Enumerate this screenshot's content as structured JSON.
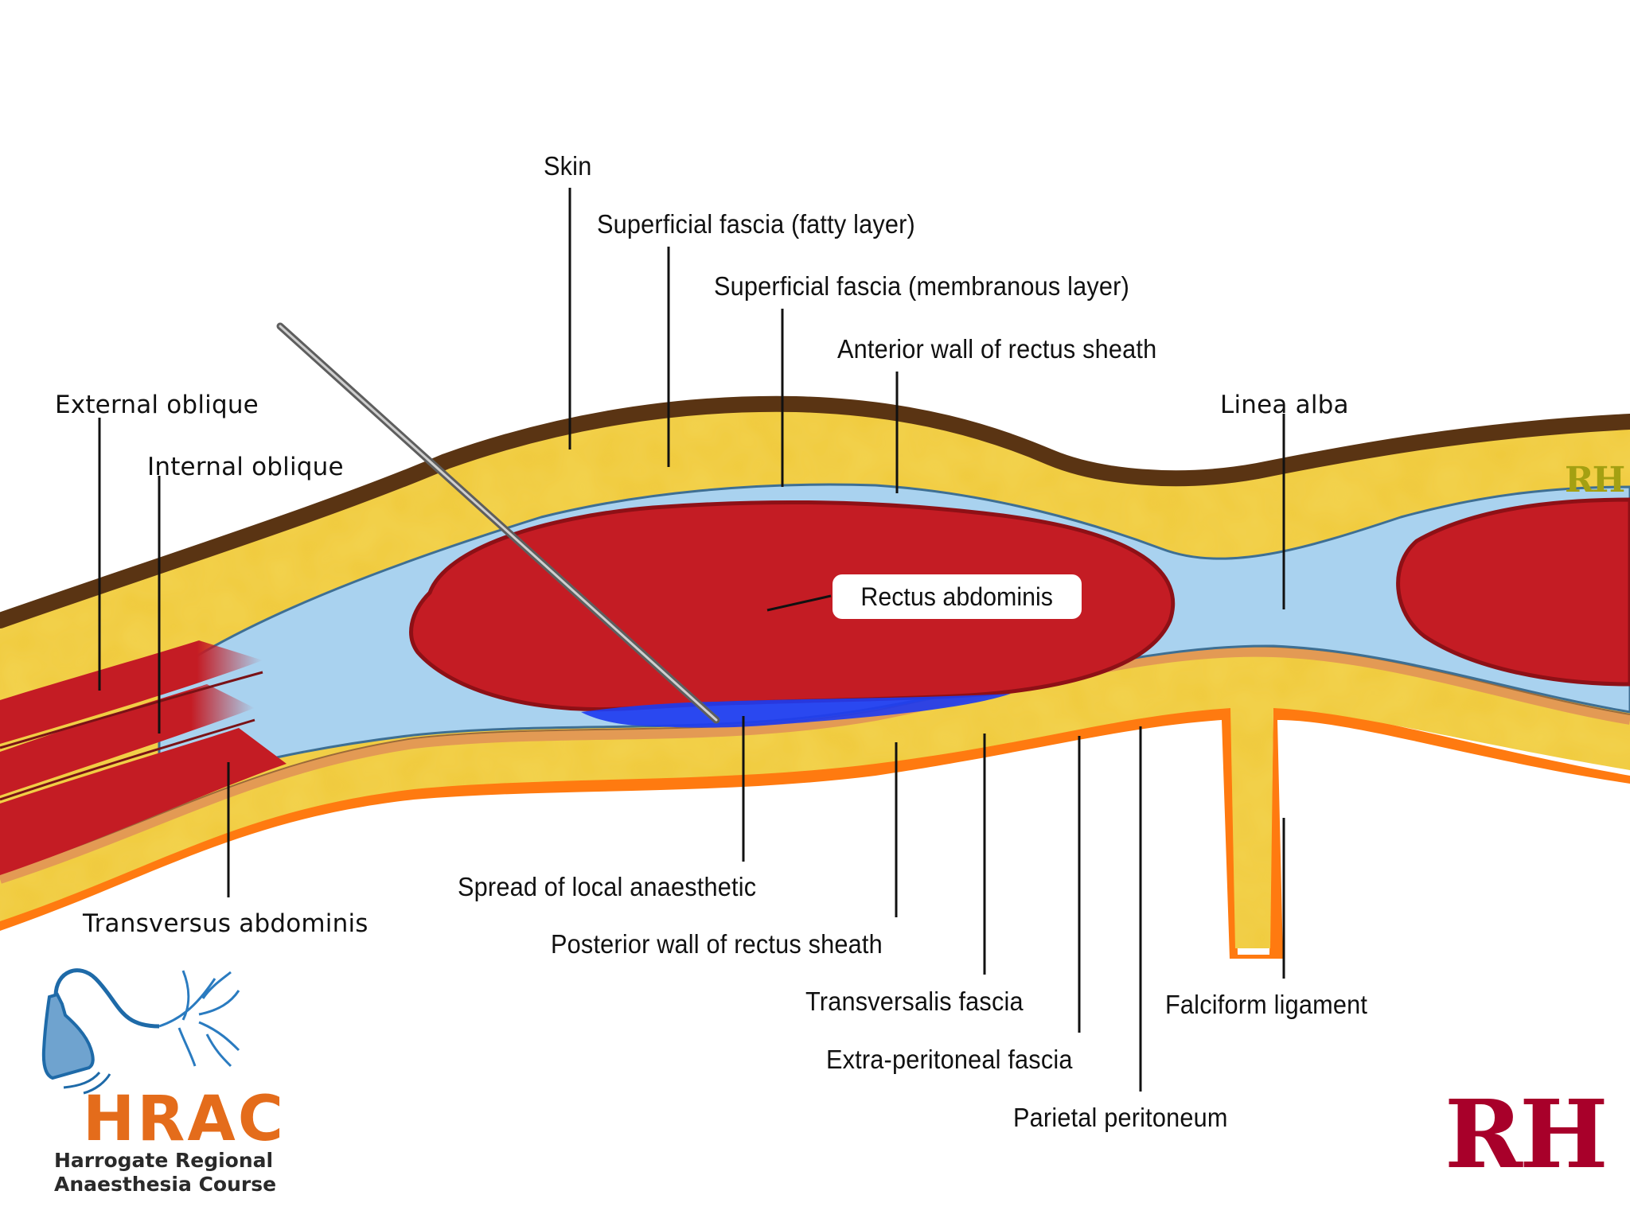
{
  "diagram": {
    "subject": "Rectus sheath block – transverse section of anterior abdominal wall",
    "colors": {
      "skin": "#5a3413",
      "fat": "#f0c93a",
      "fascia": "#a9d2ef",
      "muscle": "#c41c24",
      "local_anaesthetic": "#1f3cf0",
      "transversalis_fascia": "#e39a54",
      "parietal_peritoneum": "#ff7a10",
      "needle": "#8a8a8a"
    },
    "labels": {
      "skin": "Skin",
      "superficial_fatty": "Superficial fascia (fatty layer)",
      "superficial_membranous": "Superficial fascia (membranous layer)",
      "anterior_rectus_sheath": "Anterior wall of rectus sheath",
      "external_oblique": "External oblique",
      "internal_oblique": "Internal oblique",
      "linea_alba": "Linea alba",
      "rectus_abdominis": "Rectus abdominis",
      "transversus_abdominis": "Transversus abdominis",
      "spread_of_la": "Spread of local anaesthetic",
      "posterior_rectus_sheath": "Posterior wall of rectus sheath",
      "transversalis_fascia": "Transversalis fascia",
      "extra_peritoneal_fascia": "Extra-peritoneal fascia",
      "parietal_peritoneum": "Parietal peritoneum",
      "falciform_ligament": "Falciform ligament"
    }
  },
  "logos": {
    "hrac": {
      "acronym": "HRAC",
      "line1": "Harrogate Regional",
      "line2": "Anaesthesia Course"
    },
    "rh": "RH",
    "rh_watermark": "RH"
  }
}
